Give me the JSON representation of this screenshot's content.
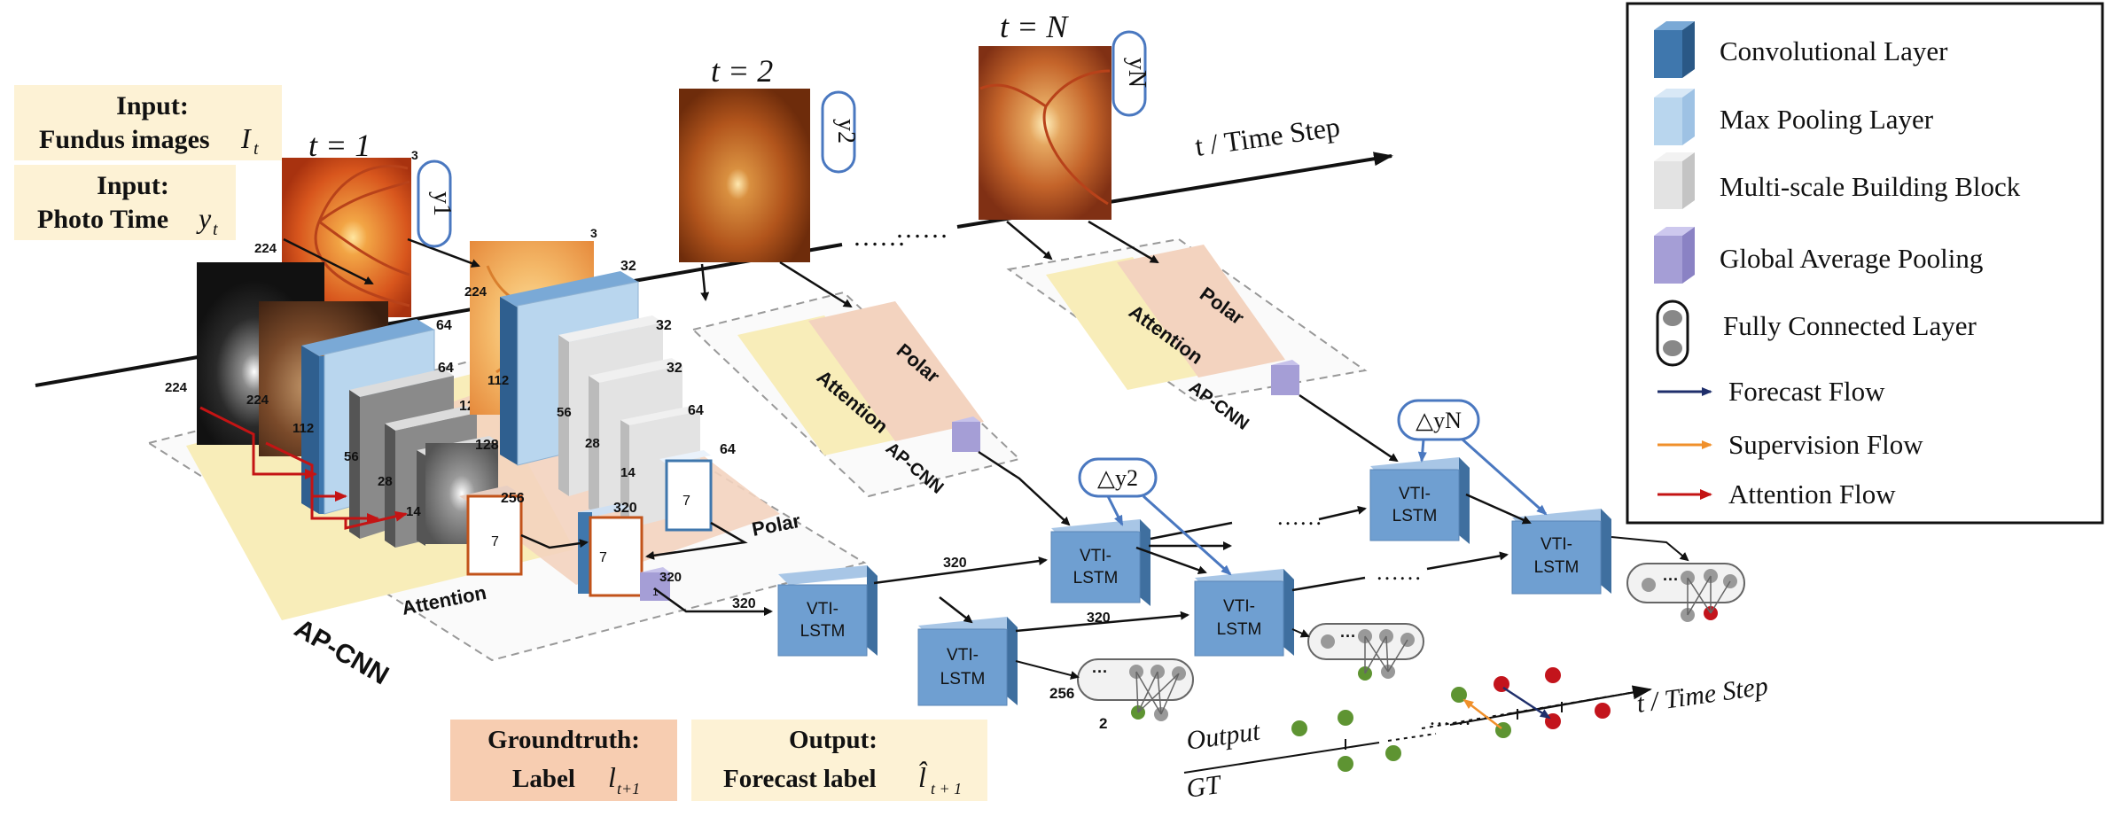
{
  "inputs": {
    "fundus_title": "Input:",
    "fundus_text": "Fundus images",
    "fundus_var": "I",
    "fundus_sub": "t",
    "time_title": "Input:",
    "time_text": "Photo Time",
    "time_var": "y",
    "time_sub": "t"
  },
  "timesteps": {
    "t1": "t = 1",
    "t2": "t = 2",
    "tN": "t = N",
    "y1": "y1",
    "y2": "y2",
    "yN": "yN",
    "axis_label": "t / Time Step",
    "dots": "……"
  },
  "cnn": {
    "dim_224": "224",
    "dim_3": "3",
    "dim_64": "64",
    "dim_112": "112",
    "dim_128": "128",
    "dim_56": "56",
    "dim_28": "28",
    "dim_14": "14",
    "dim_7": "7",
    "dim_256": "256",
    "dim_320": "320",
    "dim_32": "32",
    "dim_1": "1",
    "attention": "Attention",
    "polar": "Polar",
    "apcnn": "AP-CNN"
  },
  "lstm": {
    "label_line1": "VTI-",
    "label_line2": "LSTM",
    "dim_320": "320",
    "delta_y2": "△y2",
    "delta_yN": "△yN",
    "fc_256": "256",
    "fc_2": "2",
    "fc_dots": "···"
  },
  "output_axis": {
    "output": "Output",
    "gt": "GT",
    "axis_label": "t / Time Step",
    "dots": "……"
  },
  "bottom_boxes": {
    "gt_title": "Groundtruth:",
    "gt_label": "Label",
    "gt_var": "l",
    "gt_sub": "t+1",
    "out_title": "Output:",
    "out_label": "Forecast label",
    "out_var": "l̂",
    "out_sub": "t + 1"
  },
  "legend": {
    "items": [
      {
        "label": "Convolutional Layer",
        "icon": "cube-dark-blue"
      },
      {
        "label": "Max Pooling Layer",
        "icon": "cube-light-blue"
      },
      {
        "label": "Multi-scale Building Block",
        "icon": "cube-light-gray"
      },
      {
        "label": "Global Average Pooling",
        "icon": "cube-lavender"
      },
      {
        "label": "Fully Connected Layer",
        "icon": "fc-node-capsule"
      },
      {
        "label": "Forecast Flow",
        "icon": "arrow-navy"
      },
      {
        "label": "Supervision Flow",
        "icon": "arrow-orange"
      },
      {
        "label": "Attention Flow",
        "icon": "arrow-red"
      }
    ]
  },
  "colors": {
    "conv": "#3f77ad",
    "pool": "#b9d6ee",
    "msbb": "#e3e3e3",
    "gap": "#a59ed6",
    "lstm": "#6f9fd1",
    "attention_band": "#f8edb9",
    "polar_band": "#f3d3bf",
    "forecast": "#1f2f6b",
    "supervision": "#f0902b",
    "attention_flow": "#c41414",
    "input_box": "#fdf2d5",
    "gt_box": "#f7cdb1",
    "green_dot": "#5e9432",
    "red_dot": "#c3141c"
  }
}
